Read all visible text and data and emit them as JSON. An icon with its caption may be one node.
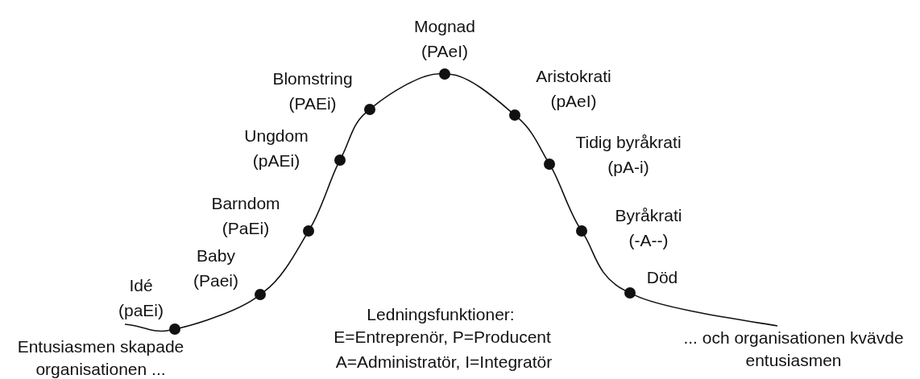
{
  "diagram": {
    "nodes": [
      {
        "text": [],
        "shape": "circle",
        "beside": [
          "Idé",
          "(paEi)"
        ]
      },
      {
        "text": [],
        "shape": "circle",
        "beside": [
          "Baby",
          "(Paei)"
        ]
      },
      {
        "text": [],
        "shape": "circle",
        "beside": [
          "Barndom",
          "(PaEi)"
        ]
      },
      {
        "text": [],
        "shape": "circle",
        "beside": [
          "Ungdom",
          "(pAEi)"
        ]
      },
      {
        "text": [],
        "shape": "circle",
        "beside": [
          "Blomstring",
          "(PAEi)"
        ]
      },
      {
        "text": [],
        "shape": "circle",
        "beside": [
          "Mognad",
          "(PAeI)"
        ]
      },
      {
        "text": [],
        "shape": "circle",
        "beside": [
          "Aristokrati",
          "(pAeI)"
        ]
      },
      {
        "text": [],
        "shape": "circle",
        "beside": [
          "Tidig byråkrati",
          "(pA-i)"
        ]
      },
      {
        "text": [],
        "shape": "circle",
        "beside": [
          "Byråkrati",
          "(-A--)"
        ]
      },
      {
        "text": [],
        "shape": "circle",
        "beside": [
          "Död"
        ]
      }
    ],
    "edges": [
      {
        "from": 0,
        "to": 1,
        "arrow": "none"
      },
      {
        "from": 1,
        "to": 2,
        "arrow": "none"
      },
      {
        "from": 2,
        "to": 3,
        "arrow": "none"
      },
      {
        "from": 3,
        "to": 4,
        "arrow": "none"
      },
      {
        "from": 4,
        "to": 5,
        "arrow": "none"
      },
      {
        "from": 5,
        "to": 6,
        "arrow": "none"
      },
      {
        "from": 6,
        "to": 7,
        "arrow": "none"
      },
      {
        "from": 7,
        "to": 8,
        "arrow": "none"
      },
      {
        "from": 8,
        "to": 9,
        "arrow": "none"
      }
    ],
    "labels": [
      "Entusiasmen skapade organisationen ...",
      "Ledningsfunktioner:",
      "E=Entreprenör, P=Producent",
      "A=Administratör, I=Integratör",
      "... och organisationen kvävde entusiasmen"
    ]
  }
}
